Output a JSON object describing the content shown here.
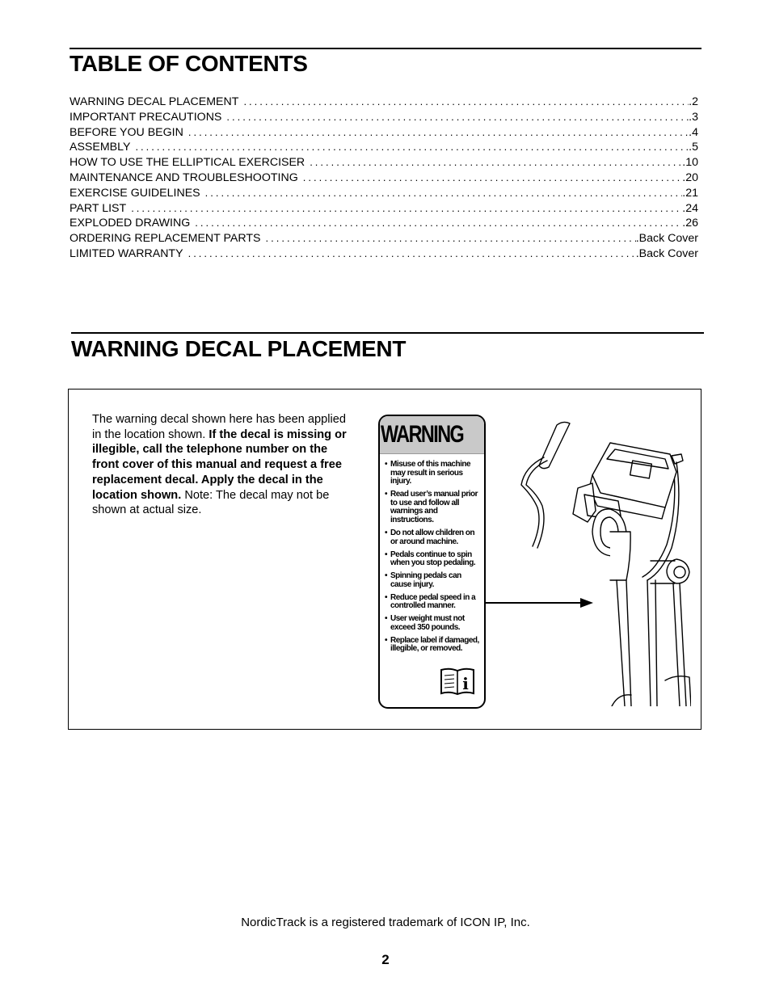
{
  "toc": {
    "heading": "TABLE OF CONTENTS",
    "entries": [
      {
        "title": "WARNING DECAL PLACEMENT",
        "page": ".2"
      },
      {
        "title": "IMPORTANT PRECAUTIONS",
        "page": ".3"
      },
      {
        "title": "BEFORE YOU BEGIN",
        "page": ".4"
      },
      {
        "title": "ASSEMBLY",
        "page": ".5"
      },
      {
        "title": "HOW TO USE THE ELLIPTICAL EXERCISER",
        "page": ".10"
      },
      {
        "title": "MAINTENANCE AND TROUBLESHOOTING",
        "page": ".20"
      },
      {
        "title": "EXERCISE GUIDELINES",
        "page": ".21"
      },
      {
        "title": "PART LIST",
        "page": ".24"
      },
      {
        "title": "EXPLODED DRAWING",
        "page": ".26"
      },
      {
        "title": "ORDERING REPLACEMENT PARTS",
        "page": ".Back Cover"
      },
      {
        "title": "LIMITED WARRANTY",
        "page": ".Back Cover"
      }
    ]
  },
  "decal_section": {
    "heading": "WARNING DECAL PLACEMENT",
    "text_plain": "The warning decal shown here has been applied in the location shown.",
    "text_bold": "If the decal is missing or illegible, call the telephone number on the front cover of this manual and request a free replacement decal. Apply the decal in the location shown.",
    "text_note": "Note: The decal may not be shown at actual size."
  },
  "decal": {
    "title": "WARNING",
    "items": [
      "Misuse of this machine may result in serious injury.",
      "Read user’s manual prior to use and follow all warnings and instructions.",
      "Do not allow children on or around machine.",
      "Pedals continue to spin when you stop pedaling.",
      "Spinning pedals can cause injury.",
      "Reduce pedal speed in a controlled manner.",
      "User weight must not exceed 350 pounds.",
      "Replace label if damaged, illegible, or removed."
    ],
    "book_icon_letter": "i"
  },
  "footer": {
    "trademark": "NordicTrack is a registered trademark of ICON IP, Inc.",
    "page_number": "2"
  },
  "icons": {
    "warning_triangle": "warning-triangle-icon",
    "manual_book": "manual-book-icon"
  }
}
